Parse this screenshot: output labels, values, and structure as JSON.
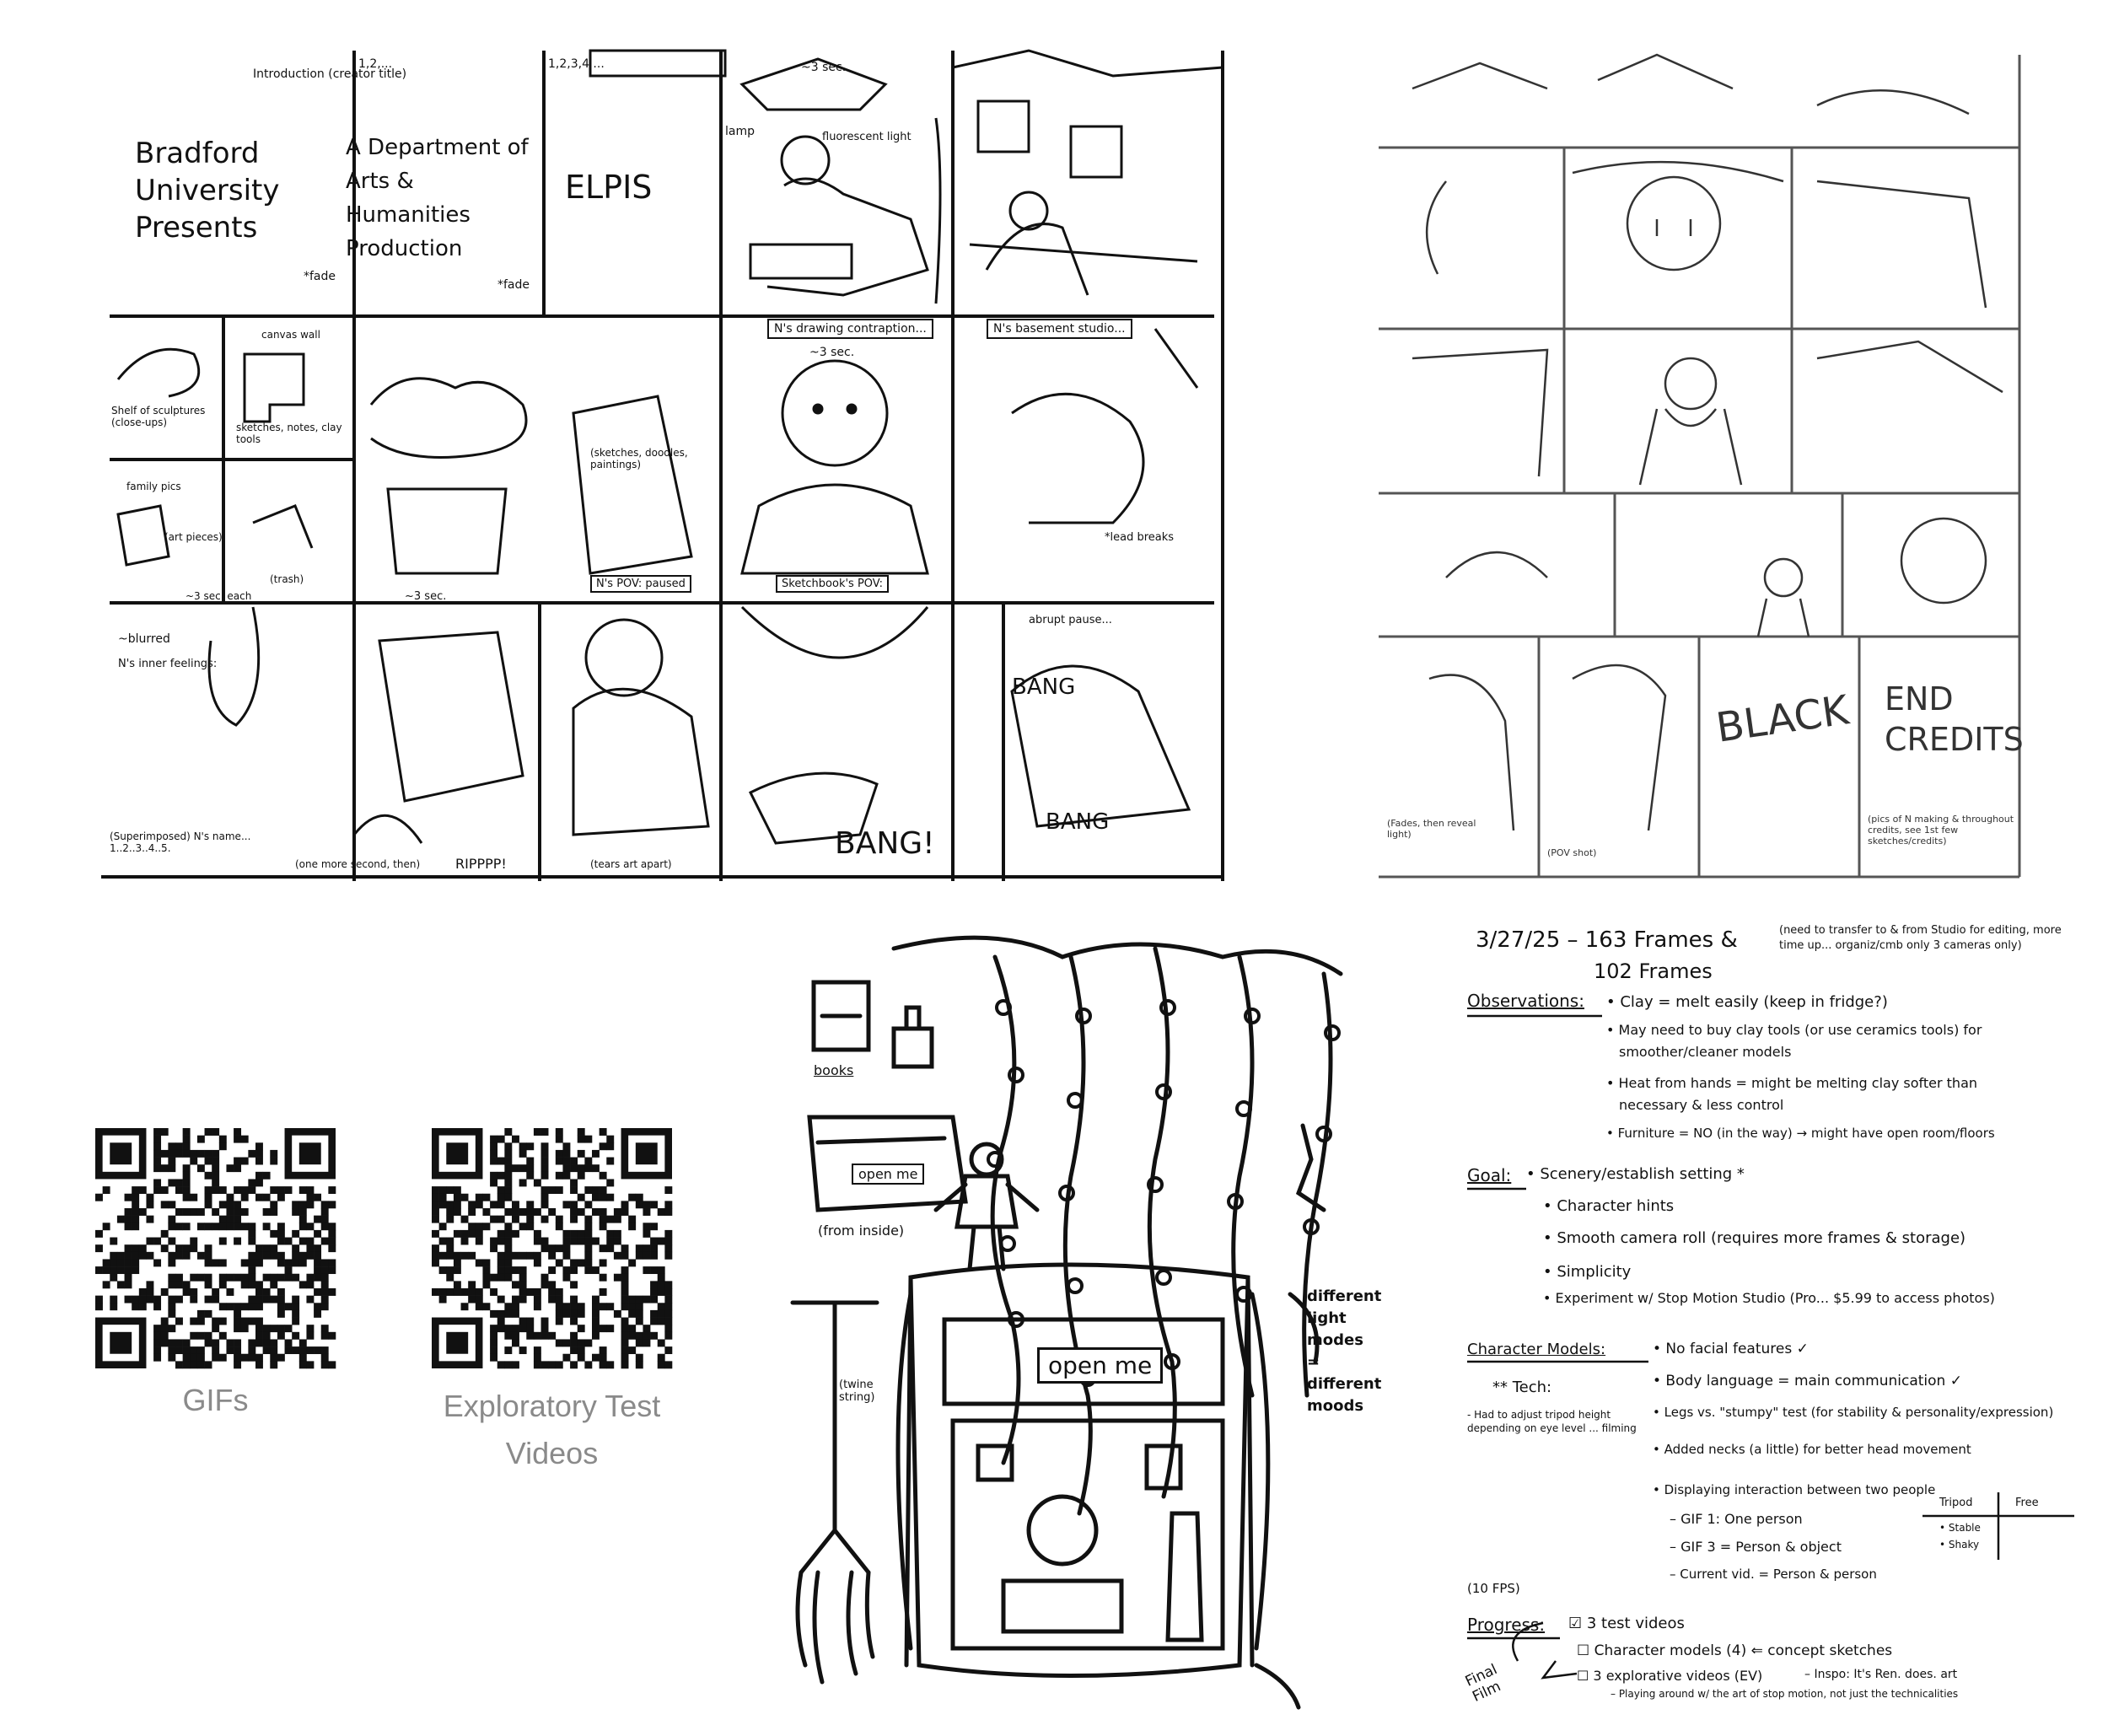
{
  "storyboard_a": {
    "title_panels": {
      "uni": "Bradford University Presents",
      "dept": "A Department of Arts & Humanities Production",
      "film": "ELPIS",
      "intro_note": "Introduction (creator title)",
      "fade1": "*fade",
      "fade2": "*fade",
      "count1": "1,2,...",
      "count2": "1,2,3,4 ...",
      "sec3": "~3 sec."
    },
    "captions": {
      "lamp": "lamp",
      "fluorescent": "fluorescent light",
      "drawing": "N's drawing contraption...",
      "studio": "N's basement studio...",
      "sec_a": "~3 sec.",
      "shelf": "Shelf of sculptures (close-ups)",
      "canvas": "canvas wall",
      "sketchbooks": "sketches, notes, clay tools",
      "family": "family pics",
      "art_pieces": "(art pieces)",
      "trash": "(trash)",
      "each": "~3 sec. each",
      "sec_b": "~3 sec.",
      "sketch_detail": "(sketches, doodles, paintings)",
      "pov": "N's POV: paused",
      "sketchbooks_pov": "Sketchbook's POV:",
      "lead": "*lead breaks",
      "abrupt": "abrupt pause...",
      "blurred": "~blurred",
      "inner": "N's inner feelings:",
      "bang_big": "BANG!",
      "bang": "BANG",
      "superimposed": "(Superimposed) N's name... 1..2..3..4..5.",
      "one_more": "(one more second, then)",
      "rip": "RIPPPP!",
      "tears": "(tears art apart)"
    }
  },
  "storyboard_b": {
    "black": "BLACK",
    "credits": "END CREDITS",
    "credits_note": "(pics of N making & throughout credits, see 1st few sketches/credits)",
    "note_light": "(Fades, then reveal light)",
    "note_pov": "(POV shot)"
  },
  "qr": [
    {
      "caption": "GIFs"
    },
    {
      "caption": "Exploratory Test Videos"
    }
  ],
  "diorama": {
    "sign": "open me",
    "box_label": "open me",
    "books": "books",
    "from_inside": "(from inside)",
    "string": "(twine string)",
    "lights": "different light modes = different moods"
  },
  "notes": {
    "date": "3/27/25 – 163 Frames &",
    "frames": "102 Frames",
    "side_note": "(need to transfer to & from Studio for editing, more time up... organiz/cmb only 3 cameras only)",
    "observations": "Observations:",
    "obs1": "• Clay = melt easily (keep in fridge?)",
    "obs2": "• May need to buy clay tools (or use ceramics tools) for",
    "obs2b": "smoother/cleaner models",
    "obs3": "• Heat from hands = might be melting clay softer than",
    "obs3b": "necessary & less control",
    "obs4": "• Furniture = NO (in the way) → might have open room/floors",
    "goal": "Goal:",
    "goal1": "• Scenery/establish setting *",
    "goal2": "• Character hints",
    "goal3": "• Smooth camera roll (requires more frames & storage)",
    "goal4": "• Simplicity",
    "goal5": "• Experiment w/ Stop Motion Studio (Pro... $5.99 to access photos)",
    "models": "Character Models:",
    "m1": "• No facial features ✓",
    "m2": "• Body language = main communication ✓",
    "m3": "• Legs vs. \"stumpy\" test (for stability & personality/expression)",
    "m4": "• Added necks (a little) for better head movement",
    "tech": "** Tech:",
    "t1": "- Had to adjust tripod height depending on eye level ... filming",
    "t2": "• Displaying interaction between two people",
    "t3": "– GIF 1: One person",
    "t4": "– GIF 3 = Person & object",
    "t5": "– Current vid. = Person & person",
    "tripod": "Tripod",
    "free": "Free",
    "stable": "• Stable",
    "shaky": "• Shaky",
    "fps": "(10 FPS)",
    "progress": "Progress:",
    "p1": "☑ 3 test videos",
    "p2": "☐ Character models (4) ⇐ concept sketches",
    "p3": "☐ 3 explorative videos (EV)",
    "p4": "– Inspo: It's Ren. does. art",
    "p5": "– Playing around w/ the art of stop motion, not just the technicalities",
    "final": "Final Film"
  }
}
